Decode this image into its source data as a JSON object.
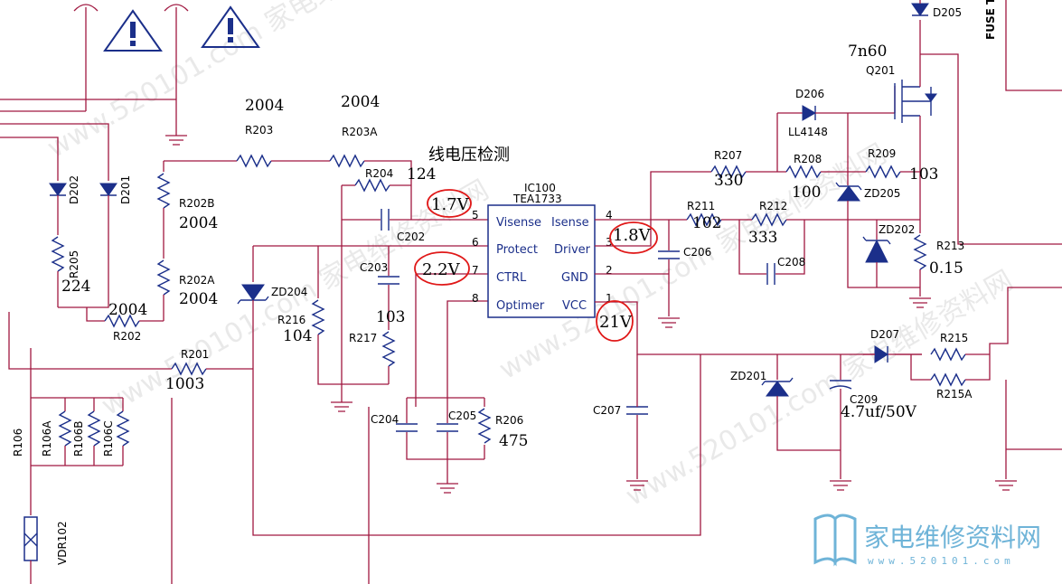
{
  "title": "线电压检测",
  "ic": {
    "ref": "IC100",
    "part": "TEA1733",
    "left_pins": [
      {
        "num": "5",
        "name": "Visense"
      },
      {
        "num": "6",
        "name": "Protect"
      },
      {
        "num": "7",
        "name": "CTRL"
      },
      {
        "num": "8",
        "name": "Optimer"
      }
    ],
    "right_pins": [
      {
        "num": "4",
        "name": "Isense"
      },
      {
        "num": "3",
        "name": "Driver"
      },
      {
        "num": "2",
        "name": "GND"
      },
      {
        "num": "1",
        "name": "VCC"
      }
    ]
  },
  "measurements": [
    "1.7V",
    "2.2V",
    "1.8V",
    "21V"
  ],
  "components": {
    "R203": {
      "ref": "R203",
      "value": "2004"
    },
    "R203A": {
      "ref": "R203A",
      "value": "2004"
    },
    "R204": {
      "ref": "R204",
      "value": "124"
    },
    "R202B": {
      "ref": "R202B",
      "value": "2004"
    },
    "R202A": {
      "ref": "R202A",
      "value": "2004"
    },
    "R202": {
      "ref": "R202",
      "value": "2004"
    },
    "R205": {
      "ref": "R205",
      "value": "224"
    },
    "R201": {
      "ref": "R201",
      "value": "1003"
    },
    "R216": {
      "ref": "R216",
      "value": "104"
    },
    "R217": {
      "ref": "R217",
      "value": ""
    },
    "C203": {
      "ref": "C203",
      "value": "103"
    },
    "R206": {
      "ref": "R206",
      "value": "475"
    },
    "R207": {
      "ref": "R207",
      "value": "330"
    },
    "R208": {
      "ref": "R208",
      "value": "100"
    },
    "R209": {
      "ref": "R209",
      "value": "103"
    },
    "R211": {
      "ref": "R211",
      "value": "102"
    },
    "R212": {
      "ref": "R212",
      "value": "333"
    },
    "R213": {
      "ref": "R213",
      "value": "0.15"
    },
    "R215": {
      "ref": "R215",
      "value": ""
    },
    "R215A": {
      "ref": "R215A",
      "value": ""
    },
    "C209": {
      "ref": "C209",
      "value": "4.7uf/50V"
    },
    "Q201": {
      "ref": "Q201",
      "value": "7n60"
    },
    "D206": {
      "ref": "D206",
      "value": "LL4148"
    }
  },
  "refs": {
    "C202": "C202",
    "C204": "C204",
    "C205": "C205",
    "C206": "C206",
    "C207": "C207",
    "C208": "C208",
    "D201": "D201",
    "D202": "D202",
    "D205": "D205",
    "D207": "D207",
    "ZD201": "ZD201",
    "ZD202": "ZD202",
    "ZD204": "ZD204",
    "ZD205": "ZD205",
    "R106": "R106",
    "R106A": "R106A",
    "R106B": "R106B",
    "R106C": "R106C",
    "VDR102": "VDR102",
    "FUSE": "FUSE T"
  },
  "watermark": "www.520101.com 家电维修资料网",
  "logo": {
    "cn": "家电维修资料网",
    "url": "www.520101.com"
  }
}
